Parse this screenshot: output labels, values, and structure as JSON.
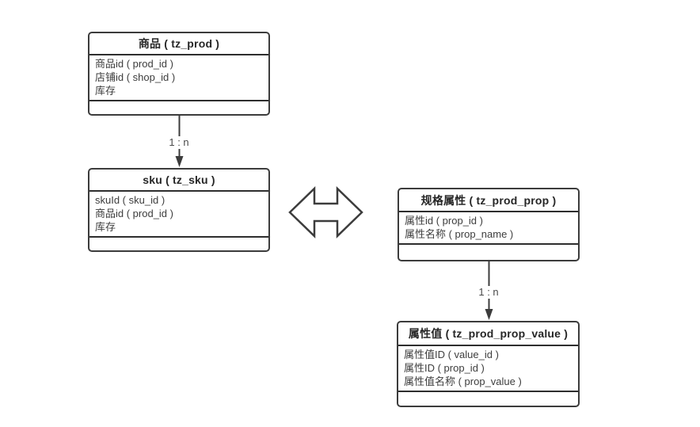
{
  "tables": [
    {
      "id": "tz_prod",
      "title": "商品 ( tz_prod )",
      "fields": [
        "商品id ( prod_id )",
        "店铺id ( shop_id )",
        "库存"
      ]
    },
    {
      "id": "tz_sku",
      "title": "sku ( tz_sku )",
      "fields": [
        "skuId ( sku_id )",
        "商品id ( prod_id )",
        "库存"
      ]
    },
    {
      "id": "tz_prod_prop",
      "title": "规格属性 ( tz_prod_prop )",
      "fields": [
        "属性id ( prop_id )",
        "属性名称 ( prop_name )"
      ]
    },
    {
      "id": "tz_prod_prop_value",
      "title": "属性值 ( tz_prod_prop_value )",
      "fields": [
        "属性值ID ( value_id )",
        "属性ID ( prop_id )",
        "属性值名称 ( prop_value )"
      ]
    }
  ],
  "relations": [
    {
      "label": "1 : n"
    },
    {
      "label": "1 : n"
    }
  ],
  "colors": {
    "line": "#3c3c3c",
    "text": "#3d3d3d",
    "background": "#ffffff"
  }
}
